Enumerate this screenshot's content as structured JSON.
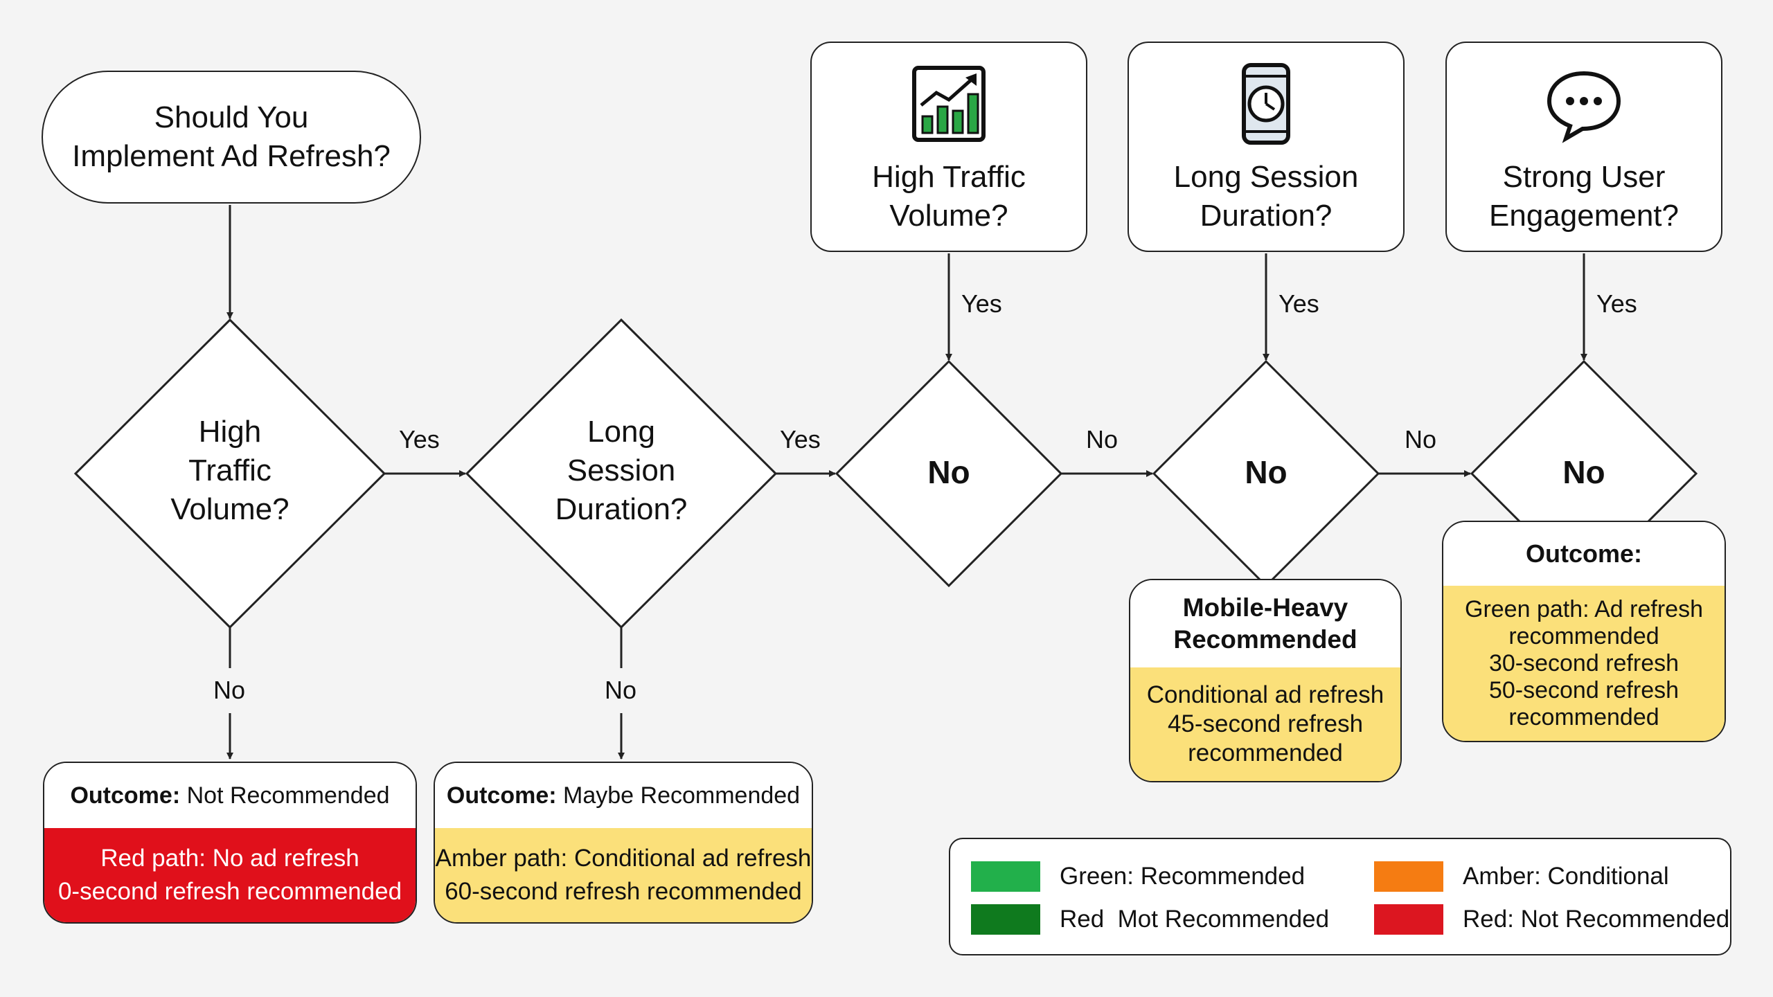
{
  "start": {
    "line1": "Should You",
    "line2": "Implement Ad Refresh?"
  },
  "top_cards": [
    {
      "line1": "High Traffic",
      "line2": "Volume?",
      "icon": "chart-icon"
    },
    {
      "line1": "Long Session",
      "line2": "Duration?",
      "icon": "phone-clock-icon"
    },
    {
      "line1": "Strong User",
      "line2": "Engagement?",
      "icon": "chat-icon"
    }
  ],
  "diamonds": [
    {
      "line1": "High",
      "line2": "Traffic",
      "line3": "Volume?"
    },
    {
      "line1": "Long",
      "line2": "Session",
      "line3": "Duration?"
    },
    {
      "label": "No"
    },
    {
      "label": "No"
    },
    {
      "label": "No"
    }
  ],
  "labels": {
    "yes": "Yes",
    "no": "No"
  },
  "outcomes": {
    "not": {
      "head_bold": "Outcome:",
      "head_rest": " Not Recommended",
      "line1": "Red path: No ad refresh",
      "line2": "0-second refresh recommended"
    },
    "maybe": {
      "head_bold": "Outcome:",
      "head_rest": " Maybe Recommended",
      "line1": "Amber path: Conditional ad refresh",
      "line2": "60-second refresh recommended"
    },
    "mobile": {
      "head1": "Mobile-Heavy",
      "head2": "Recommended",
      "line1": "Conditional ad refresh",
      "line2": "45-second refresh",
      "line3": "recommended"
    },
    "final": {
      "head": "Outcome:",
      "line1": "Green path: Ad refresh",
      "line2": "recommended",
      "line3": "30-second refresh",
      "line4": "50-second refresh",
      "line5": "recommended"
    }
  },
  "legend": [
    {
      "label": "Green: Recommended",
      "color": "#22b04b"
    },
    {
      "label": "Red  Mot Recommended",
      "color": "#0f7a1e"
    },
    {
      "label": "Amber: Conditional",
      "color": "#f57c12"
    },
    {
      "label": "Red: Not Recommended",
      "color": "#dc1620"
    }
  ],
  "colors": {
    "red": "#e0101b",
    "amber": "#fbe07a",
    "line": "#222222"
  }
}
